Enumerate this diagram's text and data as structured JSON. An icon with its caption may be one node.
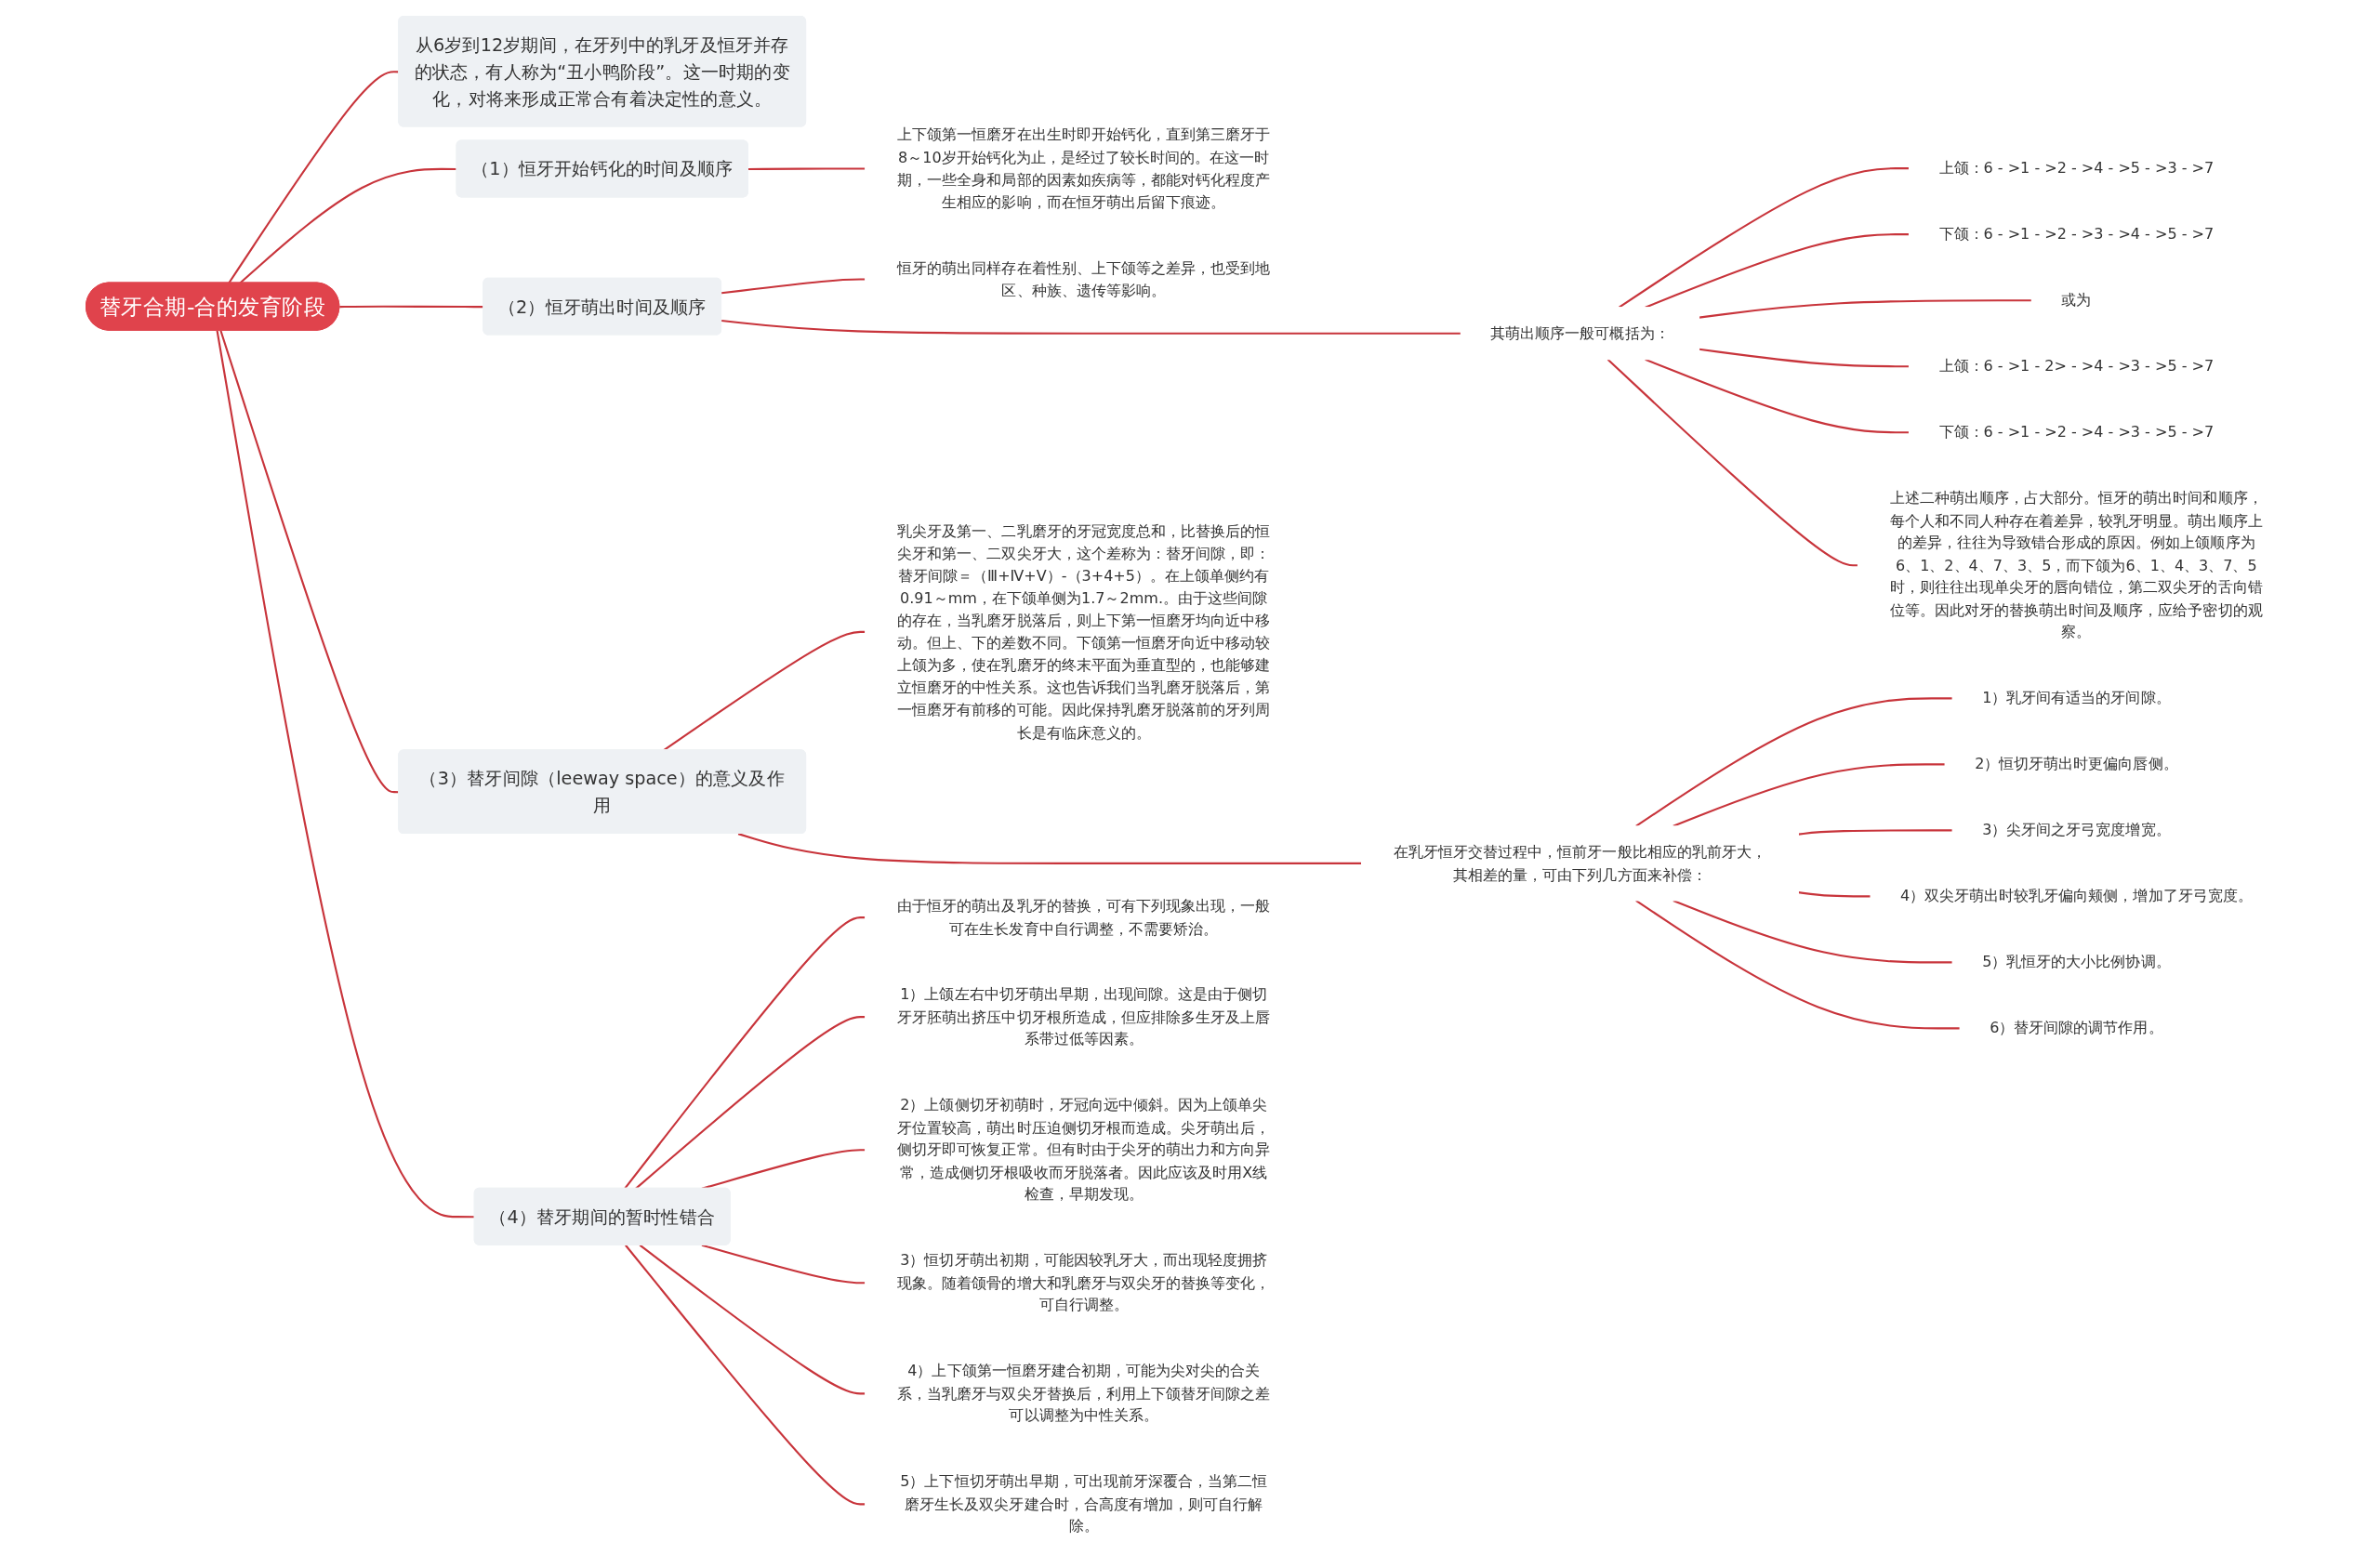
{
  "diagram": {
    "nodes": [
      {
        "text": [
          "替牙合期-合的发育阶段"
        ]
      },
      {
        "text": [
          "从6岁到12岁期间，在牙列中的乳牙及恒牙并存的状态，有人称为“丑小鸭阶段”。这一时期的变化，对将来形成正常合有着决定性的意义。"
        ]
      },
      {
        "text": [
          "（1）恒牙开始钙化的时间及顺序"
        ]
      },
      {
        "text": [
          "上下颌第一恒磨牙在出生时即开始钙化，直到第三磨牙于8～10岁开始钙化为止，是经过了较长时间的。在这一时期，一些全身和局部的因素如疾病等，都能对钙化程度产生相应的影响，而在恒牙萌出后留下痕迹。"
        ]
      },
      {
        "text": [
          "（2）恒牙萌出时间及顺序"
        ]
      },
      {
        "text": [
          "恒牙的萌出同样存在着性别、上下颌等之差异，也受到地区、种族、遗传等影响。"
        ]
      },
      {
        "text": [
          "其萌出顺序一般可概括为："
        ]
      },
      {
        "text": [
          "上颌：6 - >1 - >2 - >4 - >5 - >3 - >7"
        ]
      },
      {
        "text": [
          "下颌：6 - >1 - >2 - >3 - >4 - >5 - >7"
        ]
      },
      {
        "text": [
          "或为"
        ]
      },
      {
        "text": [
          "上颌：6 - >1 - 2> - >4 - >3 - >5 - >7"
        ]
      },
      {
        "text": [
          "下颌：6 - >1 - >2 - >4 - >3 - >5 - >7"
        ]
      },
      {
        "text": [
          "上述二种萌出顺序，占大部分。恒牙的萌出时间和顺序，每个人和不同人种存在着差异，较乳牙明显。萌出顺序上的差异，往往为导致错合形成的原因。例如上颌顺序为6、1、2、4、7、3、5，而下颌为6、1、4、3、7、5时，则往往出现单尖牙的唇向错位，第二双尖牙的舌向错位等。因此对牙的替换萌出时间及顺序，应给予密切的观察。"
        ]
      },
      {
        "text": [
          "（3）替牙间隙（leeway space）的意义及作用"
        ]
      },
      {
        "text": [
          "乳尖牙及第一、二乳磨牙的牙冠宽度总和，比替换后的恒尖牙和第一、二双尖牙大，这个差称为：替牙间隙，即：替牙间隙＝（Ⅲ+Ⅳ+Ⅴ）-（3+4+5）。在上颌单侧约有0.91～mm，在下颌单侧为1.7～2mm.。由于这些间隙的存在，当乳磨牙脱落后，则上下第一恒磨牙均向近中移动。但上、下的差数不同。下颌第一恒磨牙向近中移动较上颌为多，使在乳磨牙的终末平面为垂直型的，也能够建立恒磨牙的中性关系。这也告诉我们当乳磨牙脱落后，第一恒磨牙有前移的可能。因此保持乳磨牙脱落前的牙列周长是有临床意义的。"
        ]
      },
      {
        "text": [
          "在乳牙恒牙交替过程中，恒前牙一般比相应的乳前牙大，其相差的量，可由下列几方面来补偿："
        ]
      },
      {
        "text": [
          "1）乳牙间有适当的牙间隙。"
        ]
      },
      {
        "text": [
          "2）恒切牙萌出时更偏向唇侧。"
        ]
      },
      {
        "text": [
          "3）尖牙间之牙弓宽度增宽。"
        ]
      },
      {
        "text": [
          "4）双尖牙萌出时较乳牙偏向颊侧，增加了牙弓宽度。"
        ]
      },
      {
        "text": [
          "5）乳恒牙的大小比例协调。"
        ]
      },
      {
        "text": [
          "6）替牙间隙的调节作用。"
        ]
      },
      {
        "text": [
          "（4）替牙期间的暂时性错合"
        ]
      },
      {
        "text": [
          "由于恒牙的萌出及乳牙的替换，可有下列现象出现，一般可在生长发育中自行调整，不需要矫治。"
        ]
      },
      {
        "text": [
          "1）上颌左右中切牙萌出早期，出现间隙。这是由于侧切牙牙胚萌出挤压中切牙根所造成，但应排除多生牙及上唇系带过低等因素。"
        ]
      },
      {
        "text": [
          "2）上颌侧切牙初萌时，牙冠向远中倾斜。因为上颌单尖牙位置较高，萌出时压迫侧切牙根而造成。尖牙萌出后，侧切牙即可恢复正常。但有时由于尖牙的萌出力和方向异常，造成侧切牙根吸收而牙脱落者。因此应该及时用X线检查，早期发现。"
        ]
      },
      {
        "text": [
          "3）恒切牙萌出初期，可能因较乳牙大，而出现轻度拥挤现象。随着颌骨的增大和乳磨牙与双尖牙的替换等变化，可自行调整。"
        ]
      },
      {
        "text": [
          "4）上下颌第一恒磨牙建合初期，可能为尖对尖的合关系，当乳磨牙与双尖牙替换后，利用上下颌替牙间隙之差可以调整为中性关系。"
        ]
      },
      {
        "text": [
          "5）上下恒切牙萌出早期，可出现前牙深覆合，当第二恒磨牙生长及双尖牙建合时，合高度有增加，则可自行解除。"
        ]
      }
    ],
    "edges": [
      {
        "from": 0,
        "to": 1,
        "arrow": "none"
      },
      {
        "from": 0,
        "to": 2,
        "arrow": "none"
      },
      {
        "from": 2,
        "to": 3,
        "arrow": "none"
      },
      {
        "from": 0,
        "to": 4,
        "arrow": "none"
      },
      {
        "from": 4,
        "to": 5,
        "arrow": "none"
      },
      {
        "from": 4,
        "to": 6,
        "arrow": "none"
      },
      {
        "from": 6,
        "to": 7,
        "arrow": "none"
      },
      {
        "from": 6,
        "to": 8,
        "arrow": "none"
      },
      {
        "from": 6,
        "to": 9,
        "arrow": "none"
      },
      {
        "from": 6,
        "to": 10,
        "arrow": "none"
      },
      {
        "from": 6,
        "to": 11,
        "arrow": "none"
      },
      {
        "from": 6,
        "to": 12,
        "arrow": "none"
      },
      {
        "from": 0,
        "to": 13,
        "arrow": "none"
      },
      {
        "from": 13,
        "to": 14,
        "arrow": "none"
      },
      {
        "from": 13,
        "to": 15,
        "arrow": "none"
      },
      {
        "from": 15,
        "to": 16,
        "arrow": "none"
      },
      {
        "from": 15,
        "to": 17,
        "arrow": "none"
      },
      {
        "from": 15,
        "to": 18,
        "arrow": "none"
      },
      {
        "from": 15,
        "to": 19,
        "arrow": "none"
      },
      {
        "from": 15,
        "to": 20,
        "arrow": "none"
      },
      {
        "from": 15,
        "to": 21,
        "arrow": "none"
      },
      {
        "from": 0,
        "to": 22,
        "arrow": "none"
      },
      {
        "from": 22,
        "to": 23,
        "arrow": "none"
      },
      {
        "from": 22,
        "to": 24,
        "arrow": "none"
      },
      {
        "from": 22,
        "to": 25,
        "arrow": "none"
      },
      {
        "from": 22,
        "to": 26,
        "arrow": "none"
      },
      {
        "from": 22,
        "to": 27,
        "arrow": "none"
      },
      {
        "from": 22,
        "to": 28,
        "arrow": "none"
      }
    ]
  }
}
